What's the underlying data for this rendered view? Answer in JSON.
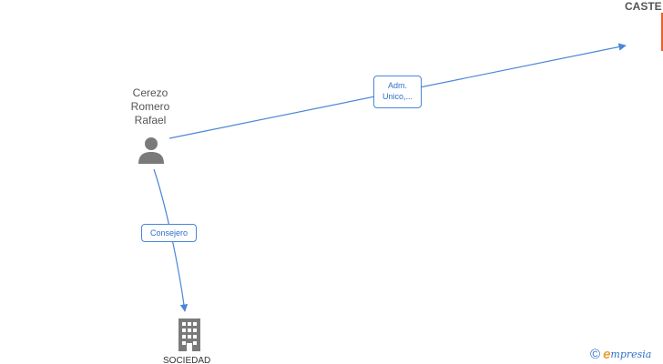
{
  "nodes": {
    "person": {
      "name_lines": [
        "Cerezo",
        "Romero",
        "Rafael"
      ],
      "icon": "person-icon"
    },
    "company_top": {
      "name": "CASTE",
      "color": "#e8602c"
    },
    "company_bottom": {
      "name": "SOCIEDAD",
      "icon": "building-icon"
    }
  },
  "edges": {
    "adm": {
      "label_lines": [
        "Adm.",
        "Unico,..."
      ]
    },
    "consejero": {
      "label": "Consejero"
    }
  },
  "colors": {
    "edge": "#4a86d8",
    "icon": "#7a7a7a",
    "accent": "#e8602c"
  },
  "watermark": {
    "symbol": "©",
    "e_mark": "e",
    "brand": "mpresia"
  }
}
